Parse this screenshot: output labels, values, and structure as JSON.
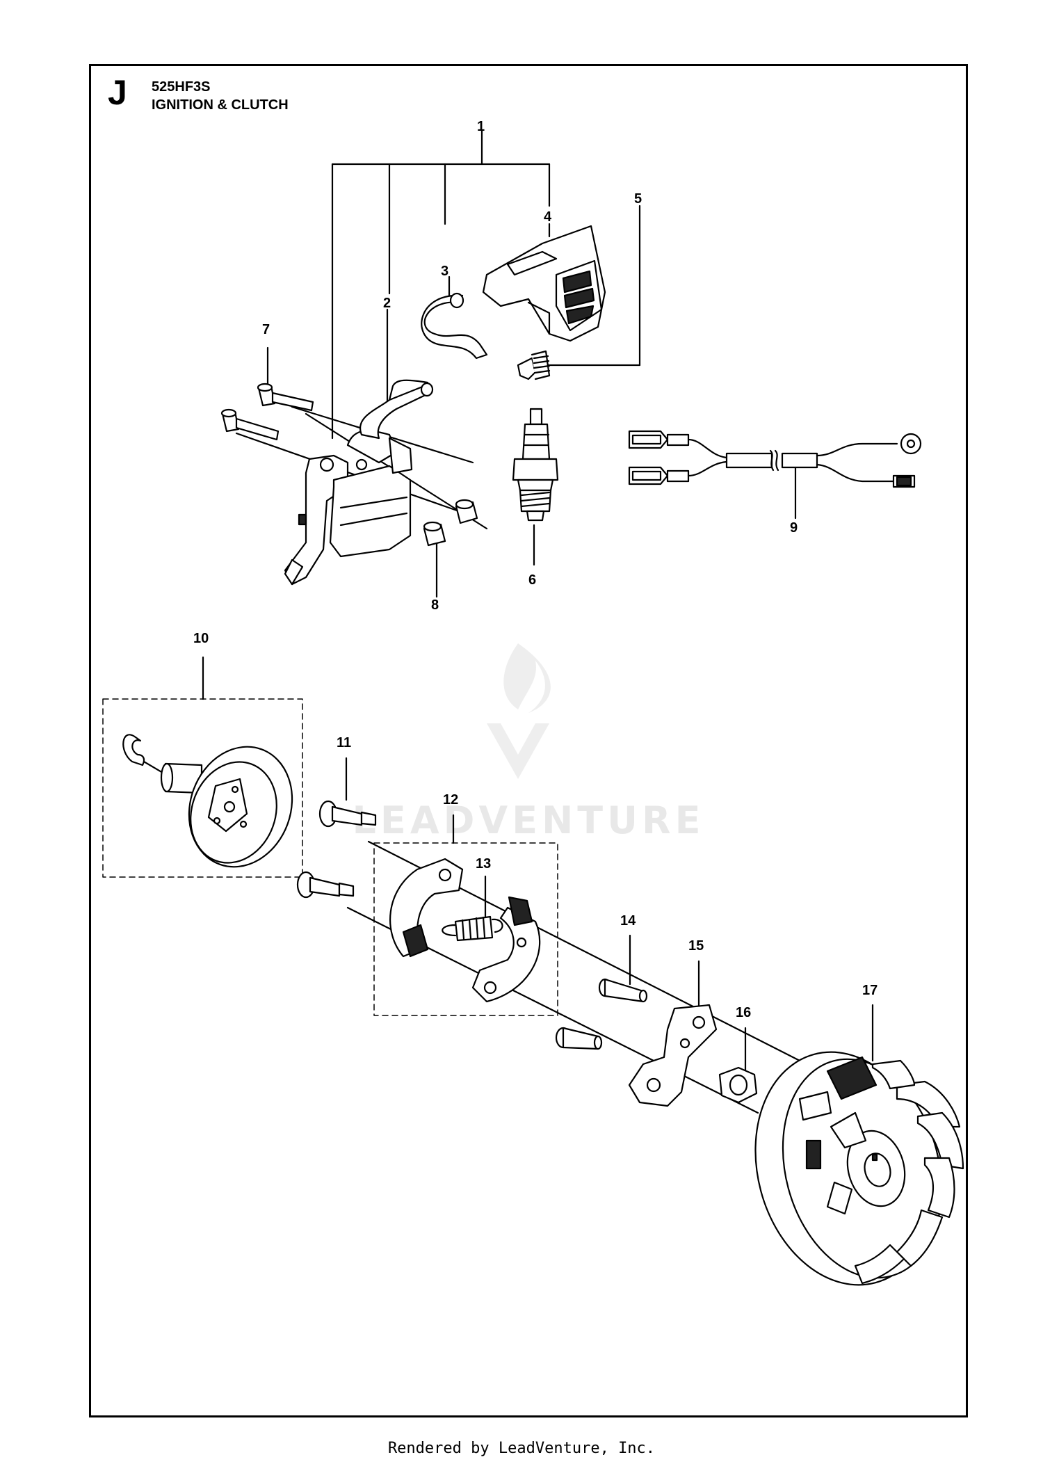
{
  "header": {
    "section_letter": "J",
    "model": "525HF3S",
    "title": "IGNITION & CLUTCH"
  },
  "callouts": [
    "1",
    "2",
    "3",
    "4",
    "5",
    "6",
    "7",
    "8",
    "9",
    "10",
    "11",
    "12",
    "13",
    "14",
    "15",
    "16",
    "17"
  ],
  "watermark": {
    "text": "LEADVENTURE"
  },
  "footer": {
    "text": "Rendered by LeadVenture, Inc."
  },
  "colors": {
    "ink": "#000000",
    "fill_dark": "#222222",
    "watermark": "#e6e6e6"
  }
}
